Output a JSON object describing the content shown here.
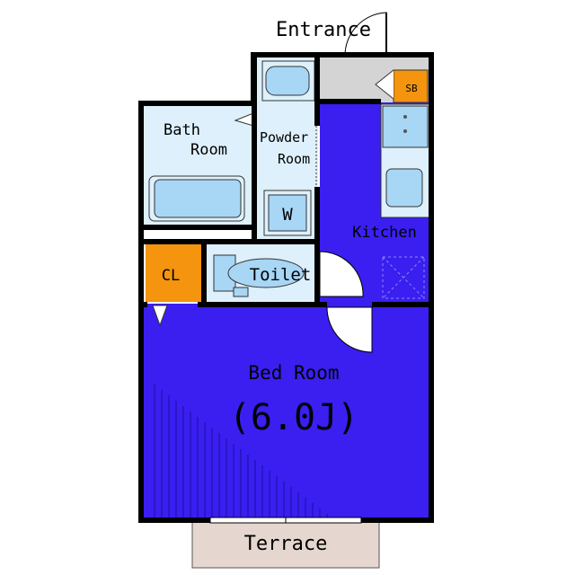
{
  "labels": {
    "entrance": "Entrance",
    "shoe_box": "SB",
    "bath_line1": "Bath",
    "bath_line2": "Room",
    "powder_line1": "Powder",
    "powder_line2": "Room",
    "washer": "W",
    "kitchen": "Kitchen",
    "closet": "CL",
    "toilet": "Toilet",
    "bedroom": "Bed Room",
    "bedroom_size": "(6.0J)",
    "terrace": "Terrace"
  },
  "colors": {
    "wall": "#000000",
    "main_room": "#3a1ff0",
    "wet_area": "#ddf0fb",
    "fixture": "#a8d6f5",
    "storage": "#f5940f",
    "entrance_floor": "#d4d4d4",
    "terrace": "#e5d7cf"
  }
}
